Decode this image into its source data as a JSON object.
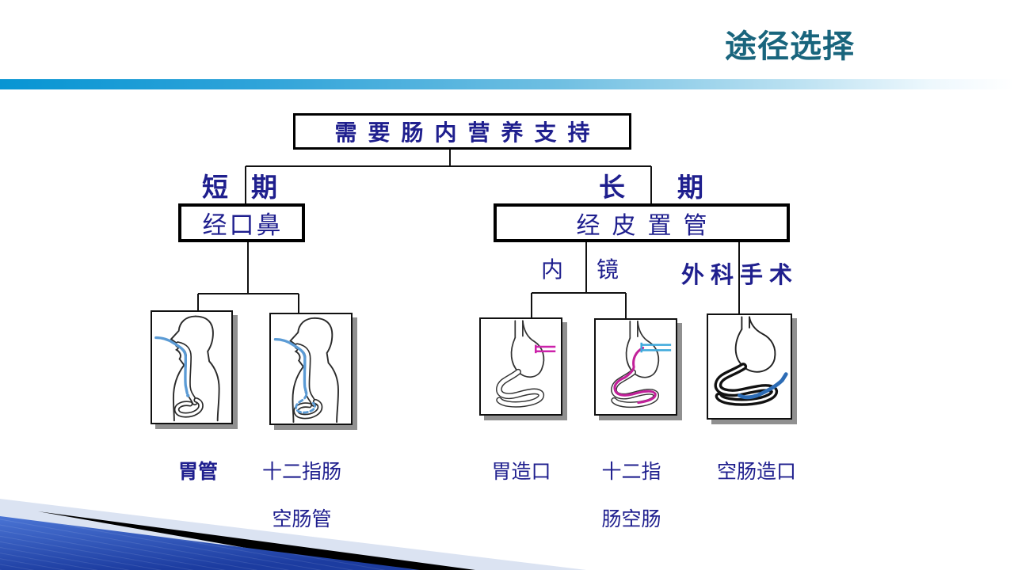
{
  "title": "途径选择",
  "colors": {
    "title_teal": "#19657d",
    "text_navy": "#1f1f8e",
    "bar_blue": "#0795d3",
    "deco_blue": "#2b52b5",
    "deco_pale": "#dbe3f2",
    "tube_light_blue": "#5b9bd5",
    "tube_magenta": "#c2219a",
    "tube_dark_blue": "#2d6cb5"
  },
  "flowchart": {
    "root_label": "需要肠内营养支持",
    "short_term": {
      "char1": "短",
      "char2": "期",
      "route_box": "经口鼻"
    },
    "long_term": {
      "char1": "长",
      "char2": "期",
      "route_box": "经皮置管"
    },
    "endoscopy": {
      "char1": "内",
      "char2": "镜"
    },
    "surgery_label": "外科手术"
  },
  "figures": [
    {
      "name": "nasogastric-tube-figure",
      "label_line1": "胃管",
      "label_line2": ""
    },
    {
      "name": "nasoduodenal-jejunal-tube-figure",
      "label_line1": "十二指肠",
      "label_line2": "空肠管"
    },
    {
      "name": "gastrostomy-figure",
      "label_line1": "胃造口",
      "label_line2": ""
    },
    {
      "name": "duodenal-jejunal-peg-figure",
      "label_line1": "十二指",
      "label_line2": "肠空肠"
    },
    {
      "name": "jejunostomy-figure",
      "label_line1": "空肠造口",
      "label_line2": ""
    }
  ]
}
